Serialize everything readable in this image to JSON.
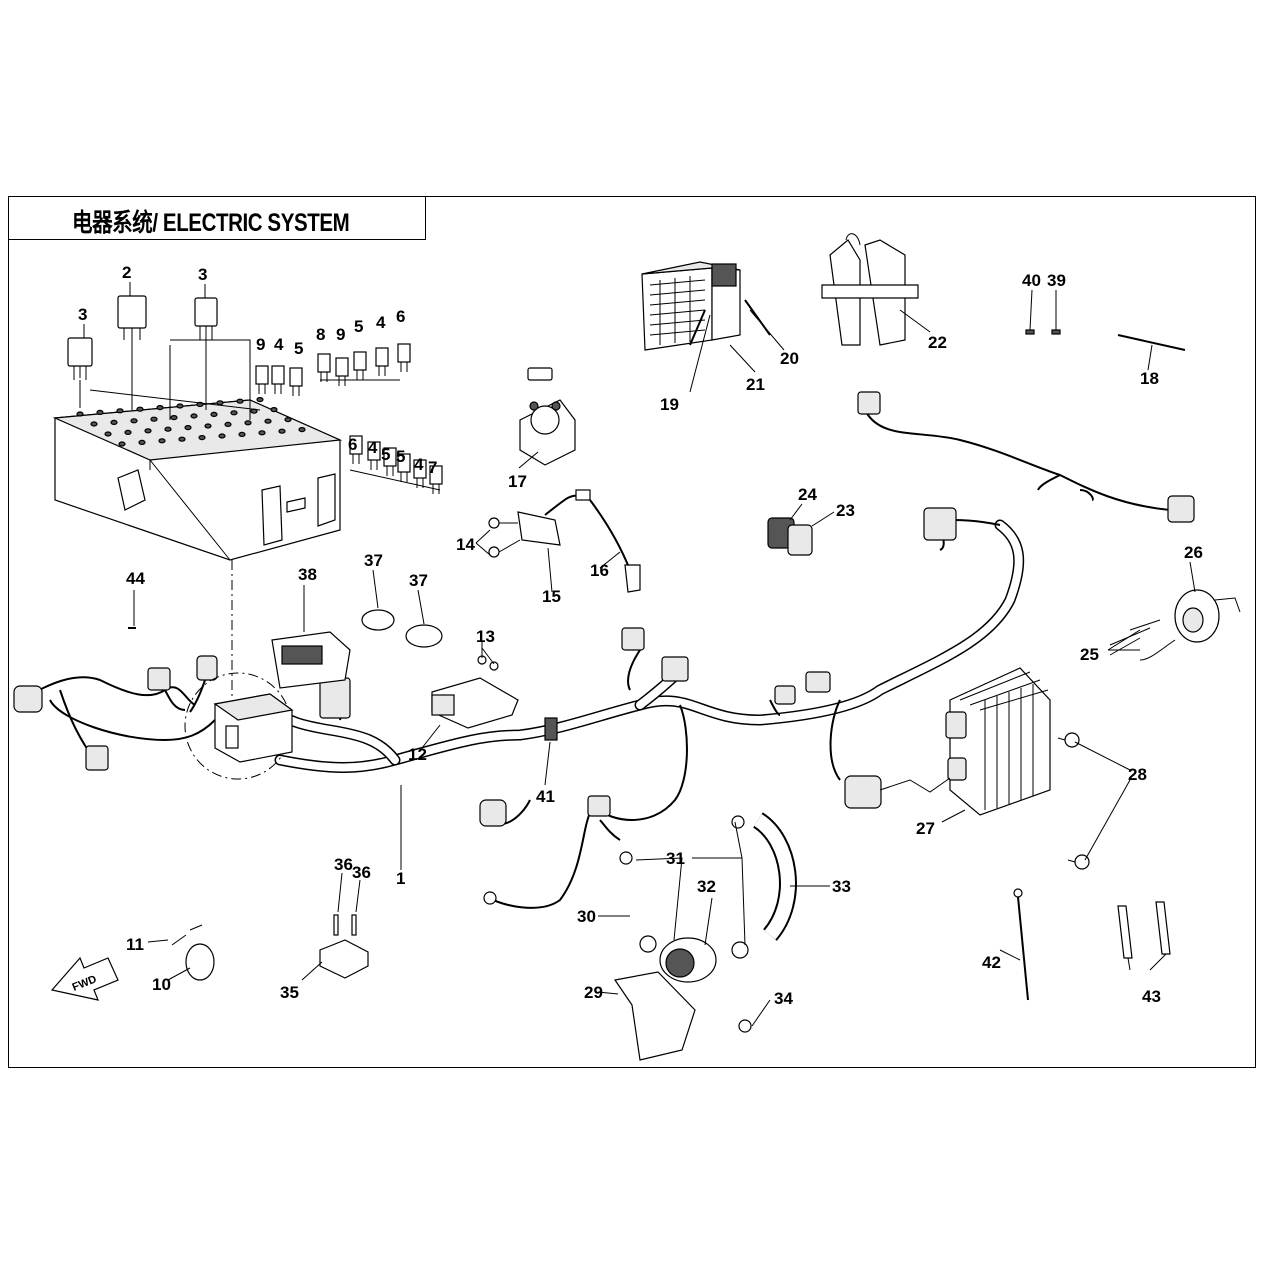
{
  "title": "电器系统/ ELECTRIC SYSTEM",
  "callouts": [
    {
      "id": "c1",
      "label": "1"
    },
    {
      "id": "c2",
      "label": "2"
    },
    {
      "id": "c3a",
      "label": "3"
    },
    {
      "id": "c3b",
      "label": "3"
    },
    {
      "id": "c4a",
      "label": "4"
    },
    {
      "id": "c4b",
      "label": "4"
    },
    {
      "id": "c4c",
      "label": "4"
    },
    {
      "id": "c4d",
      "label": "4"
    },
    {
      "id": "c5a",
      "label": "5"
    },
    {
      "id": "c5b",
      "label": "5"
    },
    {
      "id": "c5c",
      "label": "5"
    },
    {
      "id": "c5d",
      "label": "5"
    },
    {
      "id": "c6a",
      "label": "6"
    },
    {
      "id": "c6b",
      "label": "6"
    },
    {
      "id": "c7",
      "label": "7"
    },
    {
      "id": "c8",
      "label": "8"
    },
    {
      "id": "c9a",
      "label": "9"
    },
    {
      "id": "c9b",
      "label": "9"
    },
    {
      "id": "c10",
      "label": "10"
    },
    {
      "id": "c11",
      "label": "11"
    },
    {
      "id": "c12",
      "label": "12"
    },
    {
      "id": "c13",
      "label": "13"
    },
    {
      "id": "c14",
      "label": "14"
    },
    {
      "id": "c15",
      "label": "15"
    },
    {
      "id": "c16",
      "label": "16"
    },
    {
      "id": "c17",
      "label": "17"
    },
    {
      "id": "c18",
      "label": "18"
    },
    {
      "id": "c19",
      "label": "19"
    },
    {
      "id": "c20",
      "label": "20"
    },
    {
      "id": "c21",
      "label": "21"
    },
    {
      "id": "c22",
      "label": "22"
    },
    {
      "id": "c23",
      "label": "23"
    },
    {
      "id": "c24",
      "label": "24"
    },
    {
      "id": "c25",
      "label": "25"
    },
    {
      "id": "c26",
      "label": "26"
    },
    {
      "id": "c27",
      "label": "27"
    },
    {
      "id": "c28",
      "label": "28"
    },
    {
      "id": "c29",
      "label": "29"
    },
    {
      "id": "c30",
      "label": "30"
    },
    {
      "id": "c31",
      "label": "31"
    },
    {
      "id": "c32",
      "label": "32"
    },
    {
      "id": "c33",
      "label": "33"
    },
    {
      "id": "c34",
      "label": "34"
    },
    {
      "id": "c35",
      "label": "35"
    },
    {
      "id": "c36a",
      "label": "36"
    },
    {
      "id": "c36b",
      "label": "36"
    },
    {
      "id": "c37a",
      "label": "37"
    },
    {
      "id": "c37b",
      "label": "37"
    },
    {
      "id": "c38",
      "label": "38"
    },
    {
      "id": "c39",
      "label": "39"
    },
    {
      "id": "c40",
      "label": "40"
    },
    {
      "id": "c41",
      "label": "41"
    },
    {
      "id": "c42",
      "label": "42"
    },
    {
      "id": "c43",
      "label": "43"
    },
    {
      "id": "c44",
      "label": "44"
    }
  ],
  "fwd_arrow": {
    "label": "FWD"
  }
}
